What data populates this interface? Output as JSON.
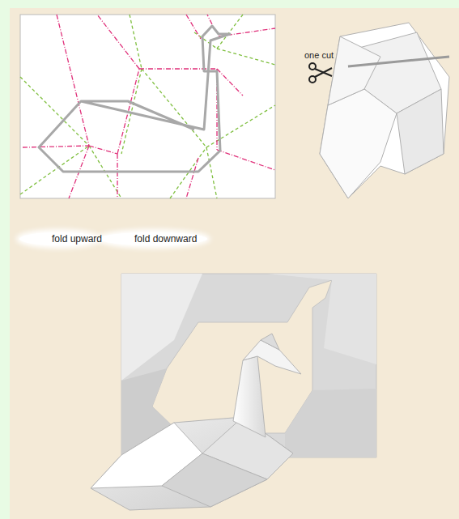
{
  "diagram": {
    "labels": [
      "one cut"
    ],
    "legend": [
      {
        "text": "fold upward"
      },
      {
        "text": "fold downward"
      }
    ]
  }
}
